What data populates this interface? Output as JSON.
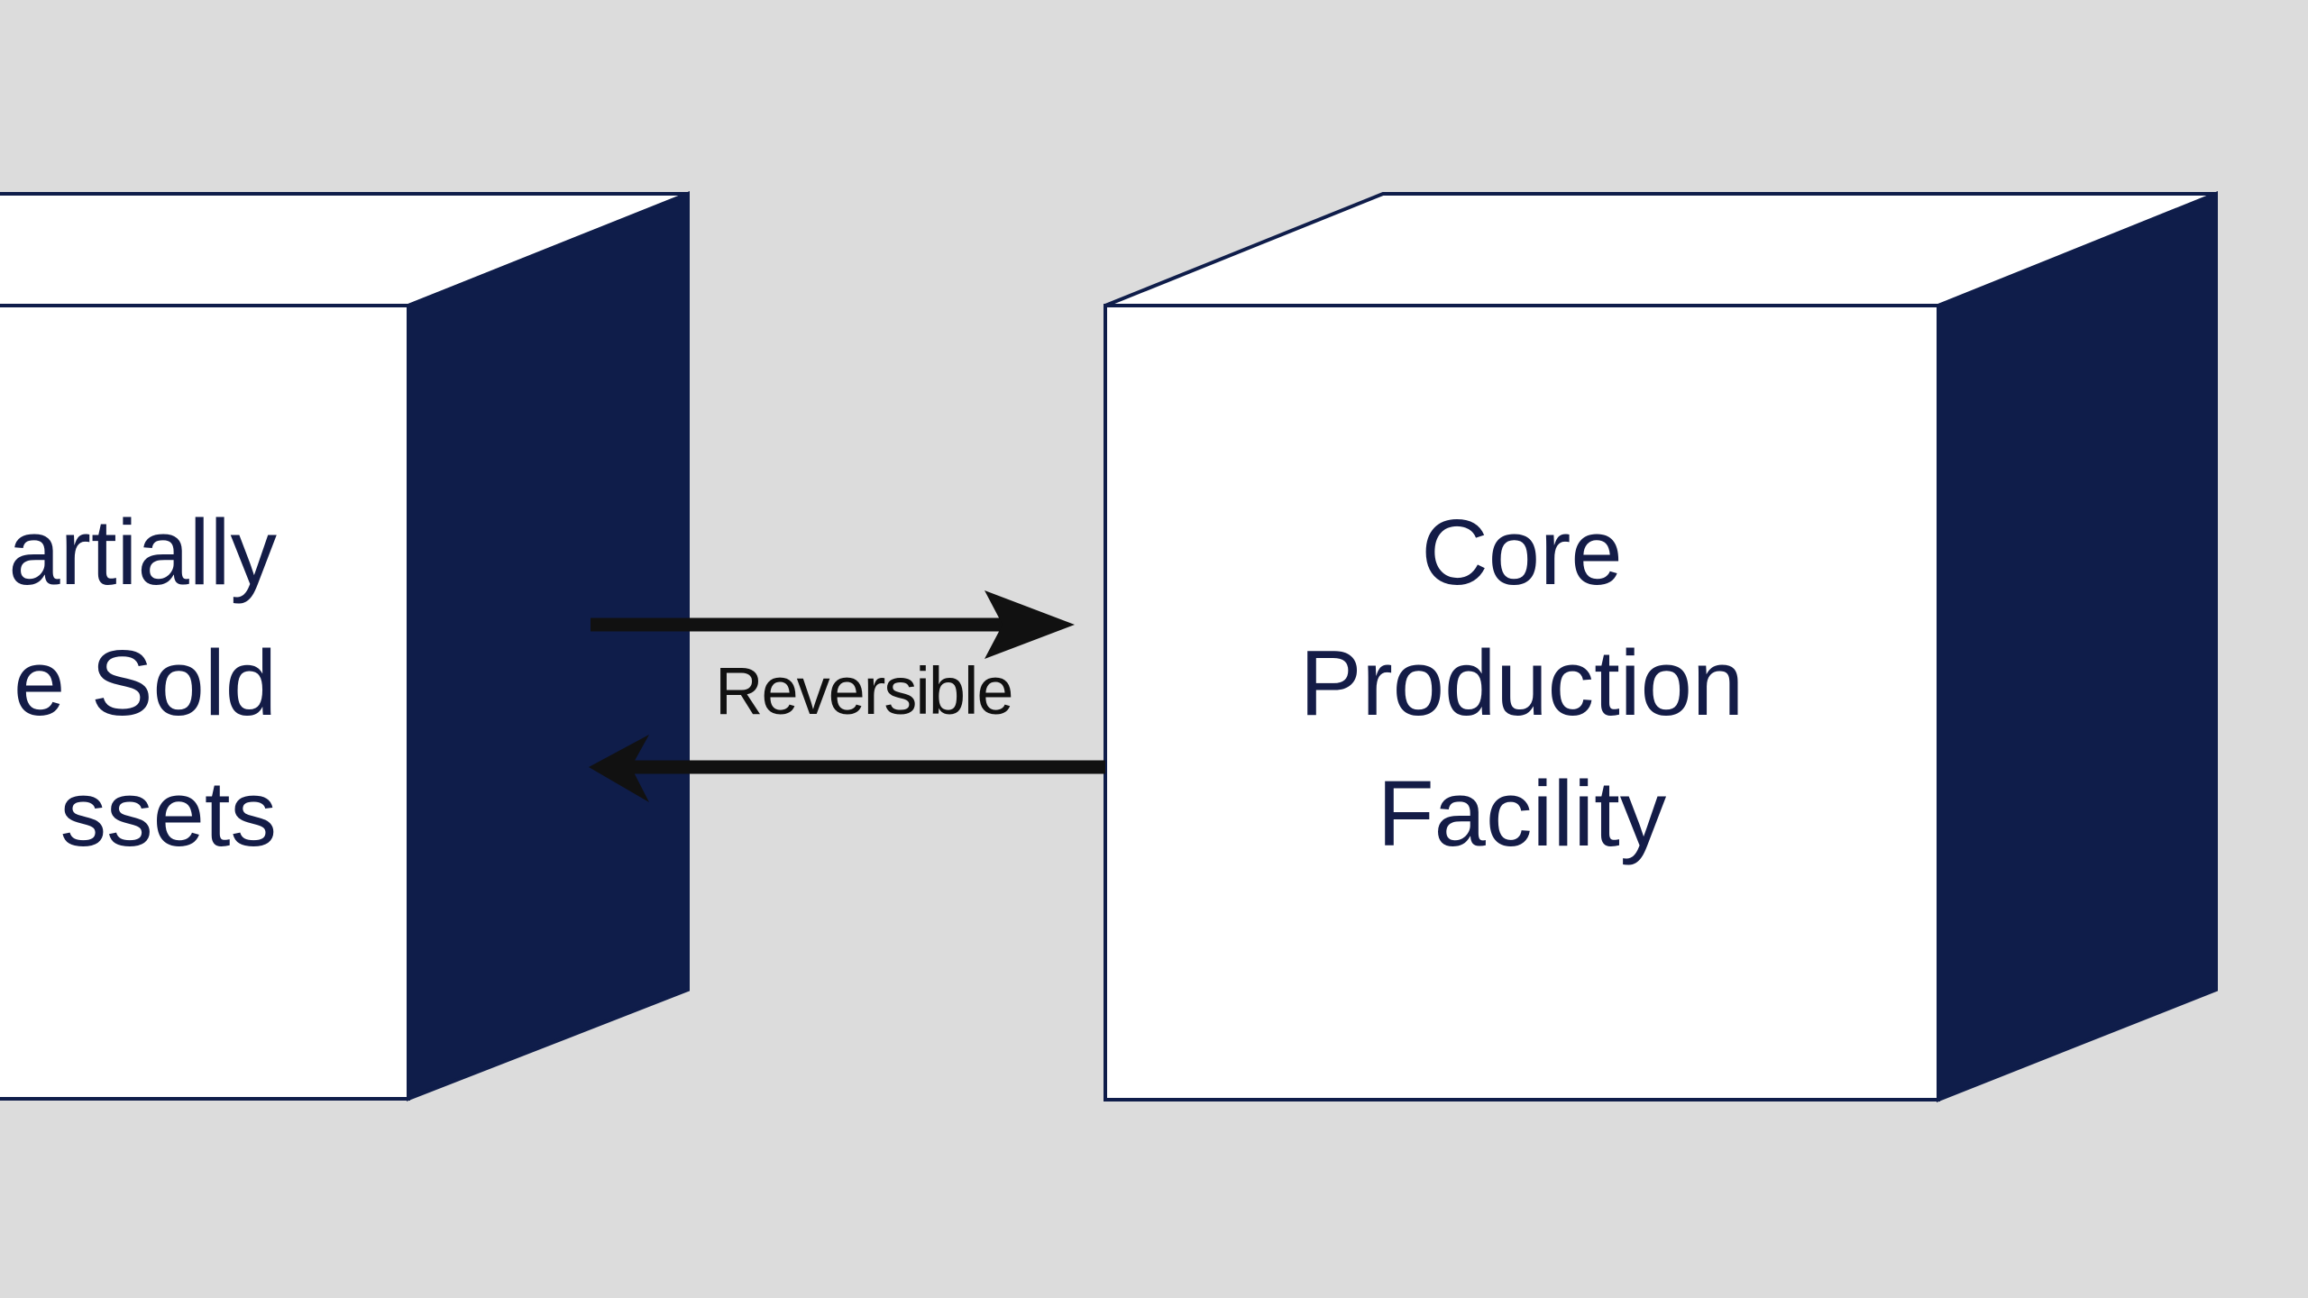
{
  "diagram": {
    "colors": {
      "background": "#dcdcdc",
      "cube_face": "#ffffff",
      "cube_side": "#0f1d4a",
      "cube_outline": "#0f1d4a",
      "label_text": "#141c47",
      "arrow": "#111111"
    },
    "left_cube": {
      "label_lines": [
        "artially",
        "e Sold",
        "ssets"
      ]
    },
    "right_cube": {
      "label_lines": [
        "Core",
        "Production",
        "Facility"
      ]
    },
    "connector": {
      "label": "Reversible",
      "arrows": [
        {
          "direction": "left-to-right",
          "from": "left_cube",
          "to": "right_cube"
        },
        {
          "direction": "right-to-left",
          "from": "right_cube",
          "to": "left_cube"
        }
      ]
    }
  }
}
